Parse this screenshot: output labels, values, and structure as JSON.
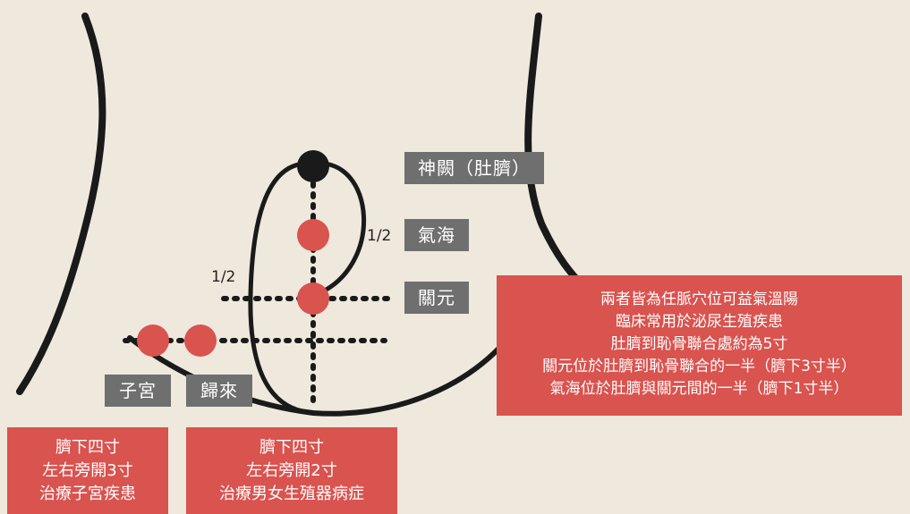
{
  "acupoints": {
    "shenque": "神闕（肚臍）",
    "qihai": "氣海",
    "guanyuan": "關元",
    "zigong": "子宮",
    "guilai": "歸來"
  },
  "fractions": {
    "upper": "1/2",
    "left": "1/2"
  },
  "main_note": {
    "lines": [
      "兩者皆為任脈穴位可益氣溫陽",
      "臨床常用於泌尿生殖疾患",
      "肚臍到恥骨聯合處約為5寸",
      "關元位於肚臍到恥骨聯合的一半（臍下3寸半）",
      "氣海位於肚臍與關元間的一半（臍下1寸半）"
    ]
  },
  "zigong_note": {
    "lines": [
      "臍下四寸",
      "左右旁開3寸",
      "治療子宮疾患"
    ]
  },
  "guilai_note": {
    "lines": [
      "臍下四寸",
      "左右旁開2寸",
      "治療男女生殖器病症"
    ]
  },
  "colors": {
    "background": "#efe8dc",
    "point": "#d9534f",
    "navel": "#1a1a1a",
    "label_bg": "#6f6f6f",
    "note_bg": "#d9534f"
  }
}
